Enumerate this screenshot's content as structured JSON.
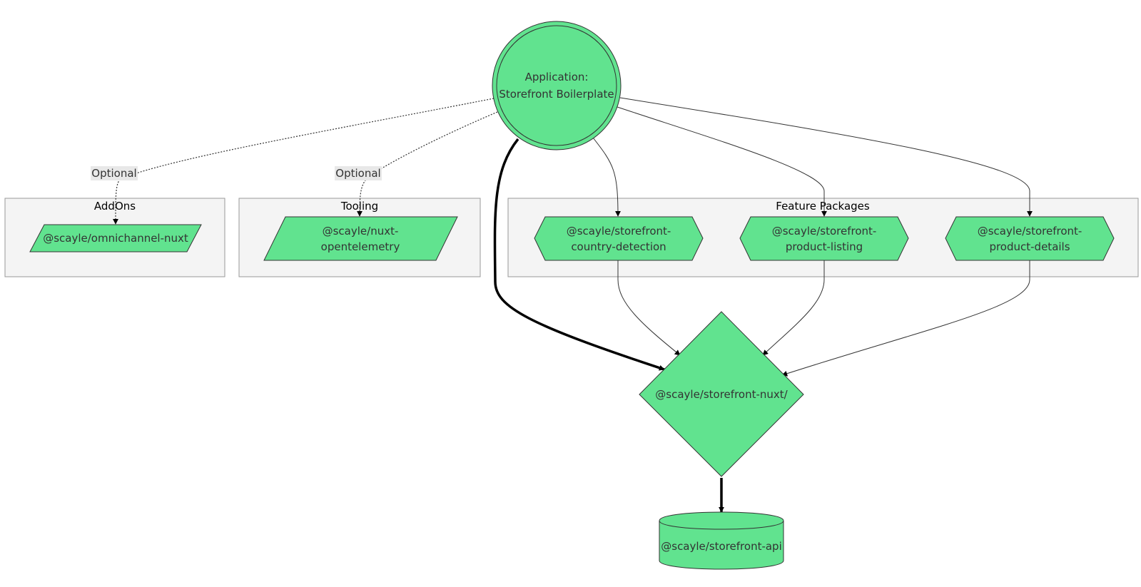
{
  "clusters": {
    "addons": {
      "title": "AddOns"
    },
    "tooling": {
      "title": "Tooling"
    },
    "features": {
      "title": "Feature Packages"
    }
  },
  "nodes": {
    "app": {
      "lines": [
        "Application:",
        "Storefront Boilerplate"
      ]
    },
    "omnichannel": {
      "lines": [
        "@scayle/omnichannel-nuxt"
      ]
    },
    "otel": {
      "lines": [
        "@scayle/nuxt-",
        "opentelemetry"
      ]
    },
    "country": {
      "lines": [
        "@scayle/storefront-",
        "country-detection"
      ]
    },
    "listing": {
      "lines": [
        "@scayle/storefront-",
        "product-listing"
      ]
    },
    "details": {
      "lines": [
        "@scayle/storefront-",
        "product-details"
      ]
    },
    "nuxt": {
      "lines": [
        "@scayle/storefront-nuxt/"
      ]
    },
    "api": {
      "lines": [
        "@scayle/storefront-api"
      ]
    }
  },
  "edges": {
    "app_to_omnichannel": {
      "label": "Optional",
      "style": "dotted"
    },
    "app_to_otel": {
      "label": "Optional",
      "style": "dotted"
    },
    "app_to_nuxt": {
      "style": "thick"
    },
    "app_to_country": {
      "style": "normal"
    },
    "app_to_listing": {
      "style": "normal"
    },
    "app_to_details": {
      "style": "normal"
    },
    "country_to_nuxt": {
      "style": "normal"
    },
    "listing_to_nuxt": {
      "style": "normal"
    },
    "details_to_nuxt": {
      "style": "normal"
    },
    "nuxt_to_api": {
      "style": "thick"
    }
  },
  "colors": {
    "node_fill": "#61e38f",
    "node_stroke": "#333333",
    "cluster_fill": "#f4f4f4",
    "cluster_stroke": "#999999"
  }
}
